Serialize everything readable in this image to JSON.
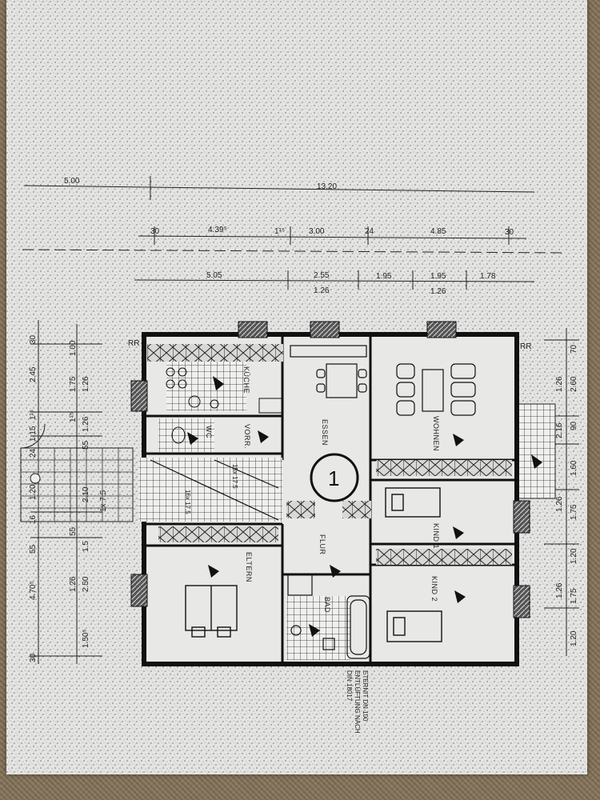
{
  "top_dimensions": {
    "row1": {
      "left": "5.00",
      "total": "13.20"
    },
    "row2": [
      "30",
      "4.39⁵",
      "1¹⁵",
      "3.00",
      "24",
      "4.85",
      "30"
    ],
    "row3": [
      "5.05",
      "2.55",
      "1.95",
      "1.95",
      "1.78"
    ],
    "row3_sub": [
      "1.26",
      "1.26"
    ]
  },
  "left_dimensions": {
    "outer": [
      "30",
      "2.45",
      "1¹⁵",
      "1.15",
      "24",
      "1.20",
      "16",
      "55",
      "4.70⁵",
      "30"
    ],
    "inner": [
      "1.00",
      "1.75",
      "1.26",
      "1¹⁵",
      "55",
      "1.26",
      "2.10",
      "1x 7.5",
      "55",
      "1.5",
      "1.26",
      "2.50",
      "1.50⁵"
    ]
  },
  "right_dimensions": [
    "70",
    "1.26",
    "2.60",
    "90",
    "2.16",
    "1.60",
    "1.26",
    "1.75",
    "1.20",
    "1.26",
    "1.75",
    "1.20"
  ],
  "corner_labels": {
    "left": "RR",
    "right": "RR"
  },
  "rooms": {
    "kueche": "KÜCHE",
    "wc": "WC",
    "vorr": "VORR.",
    "essen": "ESSEN",
    "wohnen": "WOHNEN",
    "kind1": "KIND 1",
    "kind2": "KIND 2",
    "flur": "FLUR",
    "eltern": "ELTERN",
    "bad": "BAD"
  },
  "stair_labels": {
    "a": "15x 17.5",
    "b": "16x 17.5"
  },
  "unit_number": "1",
  "note": {
    "line1": "ETERNIT DN 100",
    "line2": "ENTLÜFTUNG NACH",
    "line3": "DIN 18017"
  }
}
